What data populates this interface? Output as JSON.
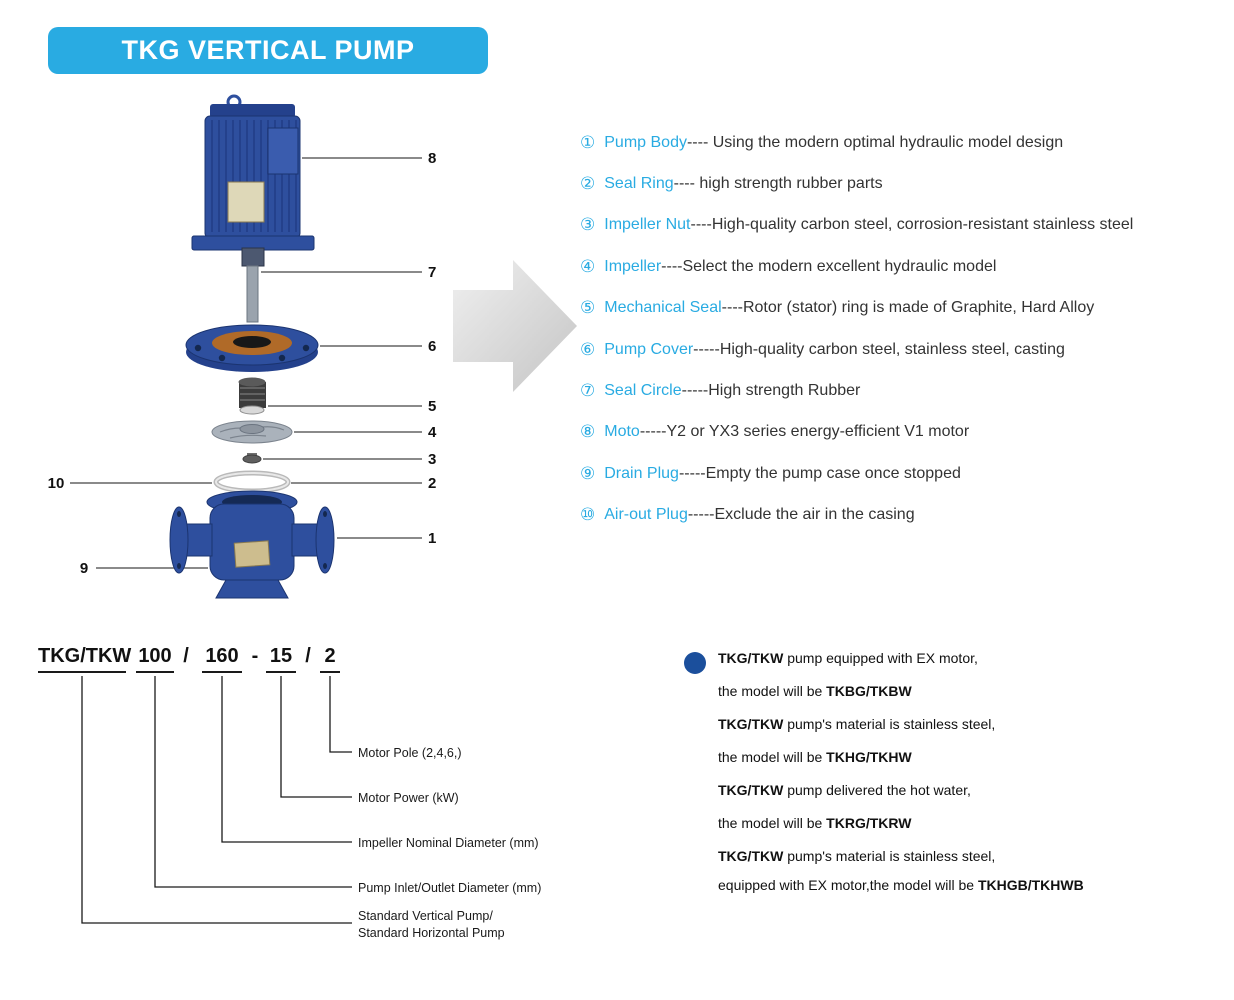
{
  "header": {
    "title": "TKG VERTICAL PUMP",
    "bg_color": "#29abe2",
    "text_color": "#ffffff"
  },
  "colors": {
    "accent_cyan": "#29abe2",
    "pump_blue": "#2e4f9e",
    "note_bullet_blue": "#1b4f9c"
  },
  "diagram": {
    "callouts": {
      "n1": "1",
      "n2": "2",
      "n3": "3",
      "n4": "4",
      "n5": "5",
      "n6": "6",
      "n7": "7",
      "n8": "8",
      "n9": "9",
      "n10": "10"
    }
  },
  "parts": [
    {
      "num": "①",
      "name": "Pump Body",
      "desc": " ---- Using the modern optimal hydraulic model design"
    },
    {
      "num": "②",
      "name": "Seal Ring",
      "desc": " ---- high strength rubber parts"
    },
    {
      "num": "③",
      "name": "Impeller Nut",
      "desc": " ----High-quality carbon steel, corrosion-resistant stainless steel"
    },
    {
      "num": "④",
      "name": "Impeller",
      "desc": " ----Select the modern excellent hydraulic model"
    },
    {
      "num": "⑤",
      "name": "Mechanical Seal",
      "desc": " ----Rotor (stator) ring is made of Graphite, Hard Alloy"
    },
    {
      "num": "⑥",
      "name": "Pump Cover",
      "desc": " -----High-quality carbon steel, stainless steel, casting"
    },
    {
      "num": "⑦",
      "name": "Seal Circle",
      "desc": " -----High strength Rubber"
    },
    {
      "num": "⑧",
      "name": "Moto",
      "desc": " -----Y2 or YX3 series energy-efficient V1 motor"
    },
    {
      "num": "⑨",
      "name": "Drain Plug",
      "desc": " -----Empty the pump case once stopped"
    },
    {
      "num": "⑩",
      "name": "Air-out Plug",
      "desc": " -----Exclude the air in the casing"
    }
  ],
  "model_code": {
    "tokens": [
      {
        "text": "TKG/TKW"
      },
      {
        "text": "100"
      },
      {
        "text": "/"
      },
      {
        "text": "160"
      },
      {
        "text": "-"
      },
      {
        "text": "15"
      },
      {
        "text": "/"
      },
      {
        "text": "2"
      }
    ],
    "labels": [
      "Motor Pole (2,4,6,)",
      "Motor Power (kW)",
      "Impeller Nominal Diameter (mm)",
      "Pump Inlet/Outlet Diameter (mm)",
      "Standard Vertical Pump/",
      "Standard Horizontal Pump"
    ]
  },
  "notes": {
    "lines": [
      {
        "lead": "TKG/TKW",
        "text": " pump equipped with EX motor,",
        "strong": ""
      },
      {
        "lead": "",
        "text": "the model will be ",
        "strong": "TKBG/TKBW"
      },
      {
        "lead": "TKG/TKW",
        "text": " pump's material is stainless steel,",
        "strong": ""
      },
      {
        "lead": "",
        "text": "the model will be ",
        "strong": "TKHG/TKHW"
      },
      {
        "lead": "TKG/TKW",
        "text": " pump delivered the hot water,",
        "strong": ""
      },
      {
        "lead": "",
        "text": "the model will be ",
        "strong": "TKRG/TKRW"
      },
      {
        "lead": "TKG/TKW",
        "text": " pump's material is stainless steel,",
        "strong": ""
      },
      {
        "lead": "",
        "text": "equipped with EX motor,the model will be ",
        "strong": "TKHGB/TKHWB"
      }
    ]
  }
}
